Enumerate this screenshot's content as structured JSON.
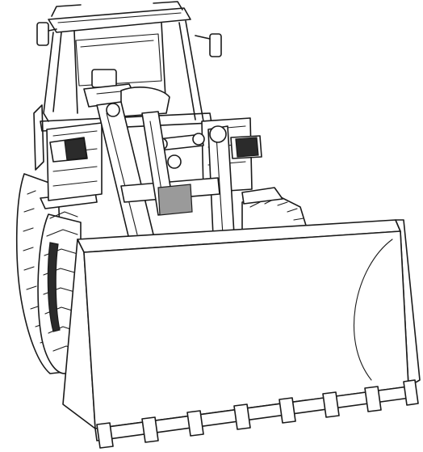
{
  "illustration": {
    "subject": "wheel-loader",
    "style": "line-art",
    "colors": {
      "line": "#1a1a1a",
      "background": "#ffffff",
      "lamp_glass": "#2b2b2b"
    },
    "bucket_teeth": 8
  }
}
